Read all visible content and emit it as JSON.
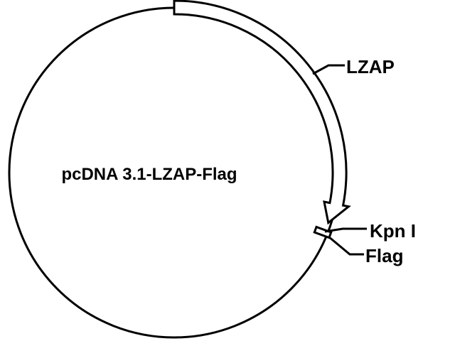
{
  "plasmid": {
    "name": "pcDNA 3.1-LZAP-Flag",
    "features": [
      {
        "label": "LZAP",
        "type": "insert-arrow"
      },
      {
        "label": "Kpn I",
        "type": "restriction-site"
      },
      {
        "label": "Flag",
        "type": "tag"
      }
    ]
  },
  "colors": {
    "stroke": "#000000",
    "background": "#ffffff"
  }
}
